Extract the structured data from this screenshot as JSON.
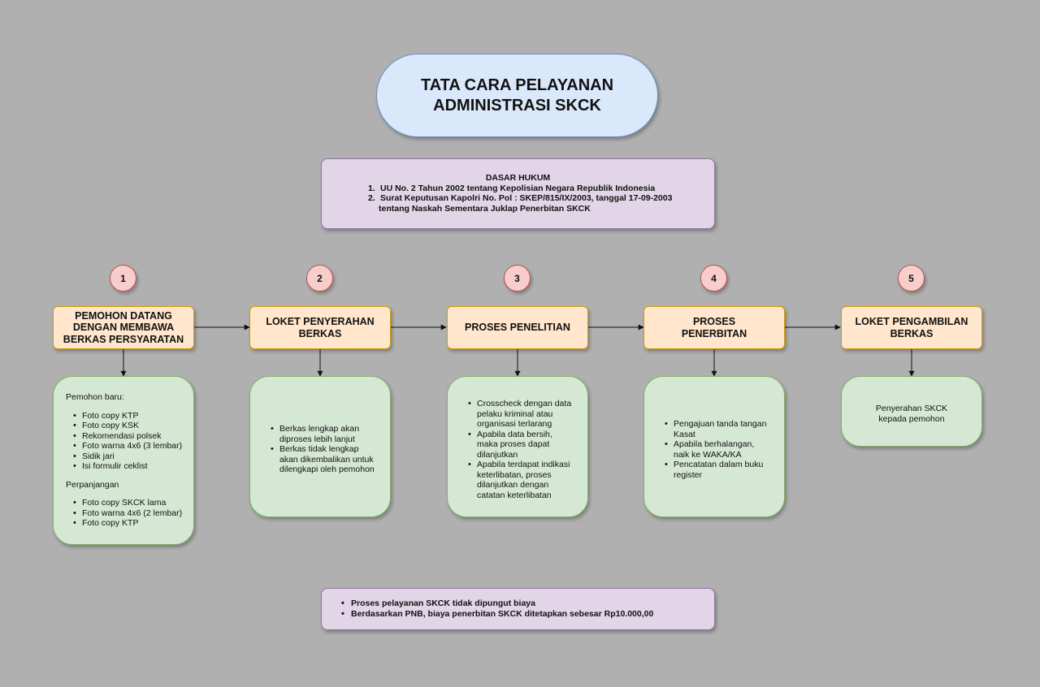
{
  "title": {
    "line1": "TATA CARA PELAYANAN",
    "line2": "ADMINISTRASI SKCK"
  },
  "legal_basis": {
    "heading": "DASAR HUKUM",
    "item1_num": "1.",
    "item1": "UU No. 2 Tahun 2002 tentang Kepolisian Negara Republik Indonesia",
    "item2_num": "2.",
    "item2": "Surat Keputusan Kapolri No. Pol : SKEP/815/IX/2003, tanggal 17-09-2003",
    "item2_cont": "tentang Naskah Sementara Juklap Penerbitan SKCK"
  },
  "steps": [
    {
      "number": "1",
      "title_lines": [
        "PEMOHON DATANG",
        "DENGAN MEMBAWA",
        "BERKAS PERSYARATAN"
      ],
      "detail": {
        "heading1": "Pemohon baru:",
        "list1": [
          "Foto copy KTP",
          "Foto copy KSK",
          "Rekomendasi polsek",
          "Foto warna 4x6 (3 lembar)",
          "Sidik jari",
          "Isi formulir ceklist"
        ],
        "heading2": "Perpanjangan",
        "list2": [
          "Foto copy SKCK lama",
          "Foto warna 4x6 (2 lembar)",
          "Foto copy KTP"
        ]
      }
    },
    {
      "number": "2",
      "title_lines": [
        "LOKET PENYERAHAN",
        "BERKAS"
      ],
      "detail": {
        "items": [
          [
            "Berkas lengkap akan",
            "diproses lebih lanjut"
          ],
          [
            "Berkas tidak lengkap",
            "akan dikembalikan untuk",
            "dilengkapi oleh pemohon"
          ]
        ]
      }
    },
    {
      "number": "3",
      "title_lines": [
        "PROSES PENELITIAN"
      ],
      "detail": {
        "items": [
          [
            "Crosscheck dengan data",
            "pelaku kriminal atau",
            "organisasi terlarang"
          ],
          [
            "Apabila data bersih,",
            "maka proses dapat",
            "dilanjutkan"
          ],
          [
            "Apabila terdapat indikasi",
            "keterlibatan, proses",
            "dilanjutkan dengan",
            "catatan keterlibatan"
          ]
        ]
      }
    },
    {
      "number": "4",
      "title_lines": [
        "PROSES",
        "PENERBITAN"
      ],
      "detail": {
        "items": [
          [
            "Pengajuan tanda tangan",
            "Kasat"
          ],
          [
            "Apabila berhalangan,",
            "naik ke WAKA/KA"
          ],
          [
            "Pencatatan dalam buku",
            "register"
          ]
        ]
      }
    },
    {
      "number": "5",
      "title_lines": [
        "LOKET PENGAMBILAN",
        "BERKAS"
      ],
      "detail": {
        "lines": [
          "Penyerahan SKCK",
          "kepada pemohon"
        ]
      }
    }
  ],
  "notes": [
    "Proses pelayanan SKCK tidak dipungut biaya",
    "Berdasarkan PNB, biaya penerbitan SKCK ditetapkan sebesar Rp10.000,00"
  ],
  "colors": {
    "background": "#b0b0b0",
    "title_fill": "#dae8fc",
    "purple_fill": "#e1d5e7",
    "number_fill": "#f8cecc",
    "step_fill": "#ffe6cc",
    "detail_fill": "#d5e8d4"
  }
}
